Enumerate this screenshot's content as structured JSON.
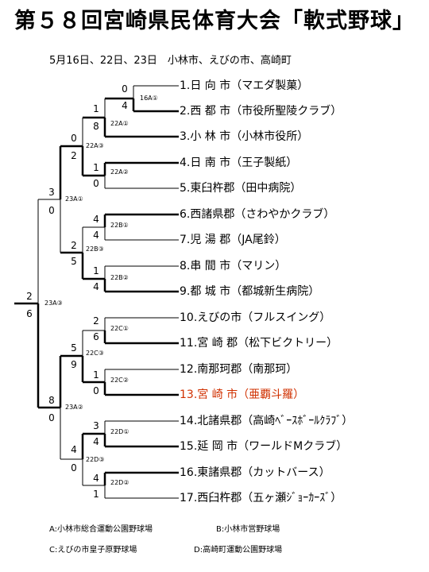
{
  "title": "第５８回宮崎県民体育大会「軟式野球」",
  "subtitle": "5月16日、22日、23日　小林市、えびの市、高崎町",
  "teams": [
    {
      "no": "1.",
      "name": "日 向 市",
      "club": "（マエダ製菓）"
    },
    {
      "no": "2.",
      "name": "西 都 市",
      "club": "（市役所聖陵クラブ）"
    },
    {
      "no": "3.",
      "name": "小 林 市",
      "club": "（小林市役所）"
    },
    {
      "no": "4.",
      "name": "日 南 市",
      "club": "（王子製紙）"
    },
    {
      "no": "5.",
      "name": "東臼杵郡",
      "club": "（田中病院）"
    },
    {
      "no": "6.",
      "name": "西諸県郡",
      "club": "（さわやかクラブ）"
    },
    {
      "no": "7.",
      "name": "児 湯 郡",
      "club": "（JA尾鈴）"
    },
    {
      "no": "8.",
      "name": "串 間 市",
      "club": "（マリン）"
    },
    {
      "no": "9.",
      "name": "都 城 市",
      "club": "（都城新生病院）"
    },
    {
      "no": "10.",
      "name": "えびの市",
      "club": "（フルスイング）"
    },
    {
      "no": "11.",
      "name": "宮 崎 郡",
      "club": "（松下ビクトリー）"
    },
    {
      "no": "12.",
      "name": "南那珂郡",
      "club": "（南那珂）"
    },
    {
      "no": "13.",
      "name": "宮 崎 市",
      "club": "（亜覇斗羅）"
    },
    {
      "no": "14.",
      "name": "北諸県郡",
      "club": "（高崎ﾍﾞｰｽﾎﾞｰﾙｸﾗﾌﾞ）"
    },
    {
      "no": "15.",
      "name": "延 岡 市",
      "club": "（ワールドMクラブ）"
    },
    {
      "no": "16.",
      "name": "東諸県郡",
      "club": "（カットバース）"
    },
    {
      "no": "17.",
      "name": "西臼杵郡",
      "club": "（五ヶ瀬ｼﾞｮｰｶｰｽﾞ）"
    }
  ],
  "highlight_color": "#d03000",
  "matches": {
    "m16A1": {
      "label": "16A①",
      "top": "0",
      "bottom": "4"
    },
    "m22A1": {
      "label": "22A①",
      "top": "1",
      "bottom": "8"
    },
    "m22A2": {
      "label": "22A②",
      "top": "1",
      "bottom": "0"
    },
    "m22A3": {
      "label": "22A③",
      "top": "0",
      "bottom": "2"
    },
    "m22B1": {
      "label": "22B①",
      "top": "4",
      "bottom": "4"
    },
    "m22B2": {
      "label": "22B②",
      "top": "1",
      "bottom": "4"
    },
    "m22B3": {
      "label": "22B③",
      "top": "2",
      "bottom": "5"
    },
    "m23A1": {
      "label": "23A①",
      "top": "3",
      "bottom": "0"
    },
    "m22C1": {
      "label": "22C①",
      "top": "2",
      "bottom": "6"
    },
    "m22C2": {
      "label": "22C②",
      "top": "1",
      "bottom": "0"
    },
    "m22C3": {
      "label": "22C③",
      "top": "5",
      "bottom": "9"
    },
    "m22D1": {
      "label": "22D①",
      "top": "3",
      "bottom": "4"
    },
    "m22D2": {
      "label": "22D②",
      "top": "4",
      "bottom": "1"
    },
    "m22D3": {
      "label": "22D③",
      "top": "4",
      "bottom": "0"
    },
    "m23A2": {
      "label": "23A②",
      "top": "8",
      "bottom": "0"
    },
    "m23A3": {
      "label": "23A③",
      "top": "2",
      "bottom": "6"
    }
  },
  "legend": {
    "a": "A:小林市総合運動公園野球場",
    "b": "B:小林市営野球場",
    "c": "C:えびの市皇子原野球場",
    "d": "D:高崎町運動公園野球場"
  }
}
